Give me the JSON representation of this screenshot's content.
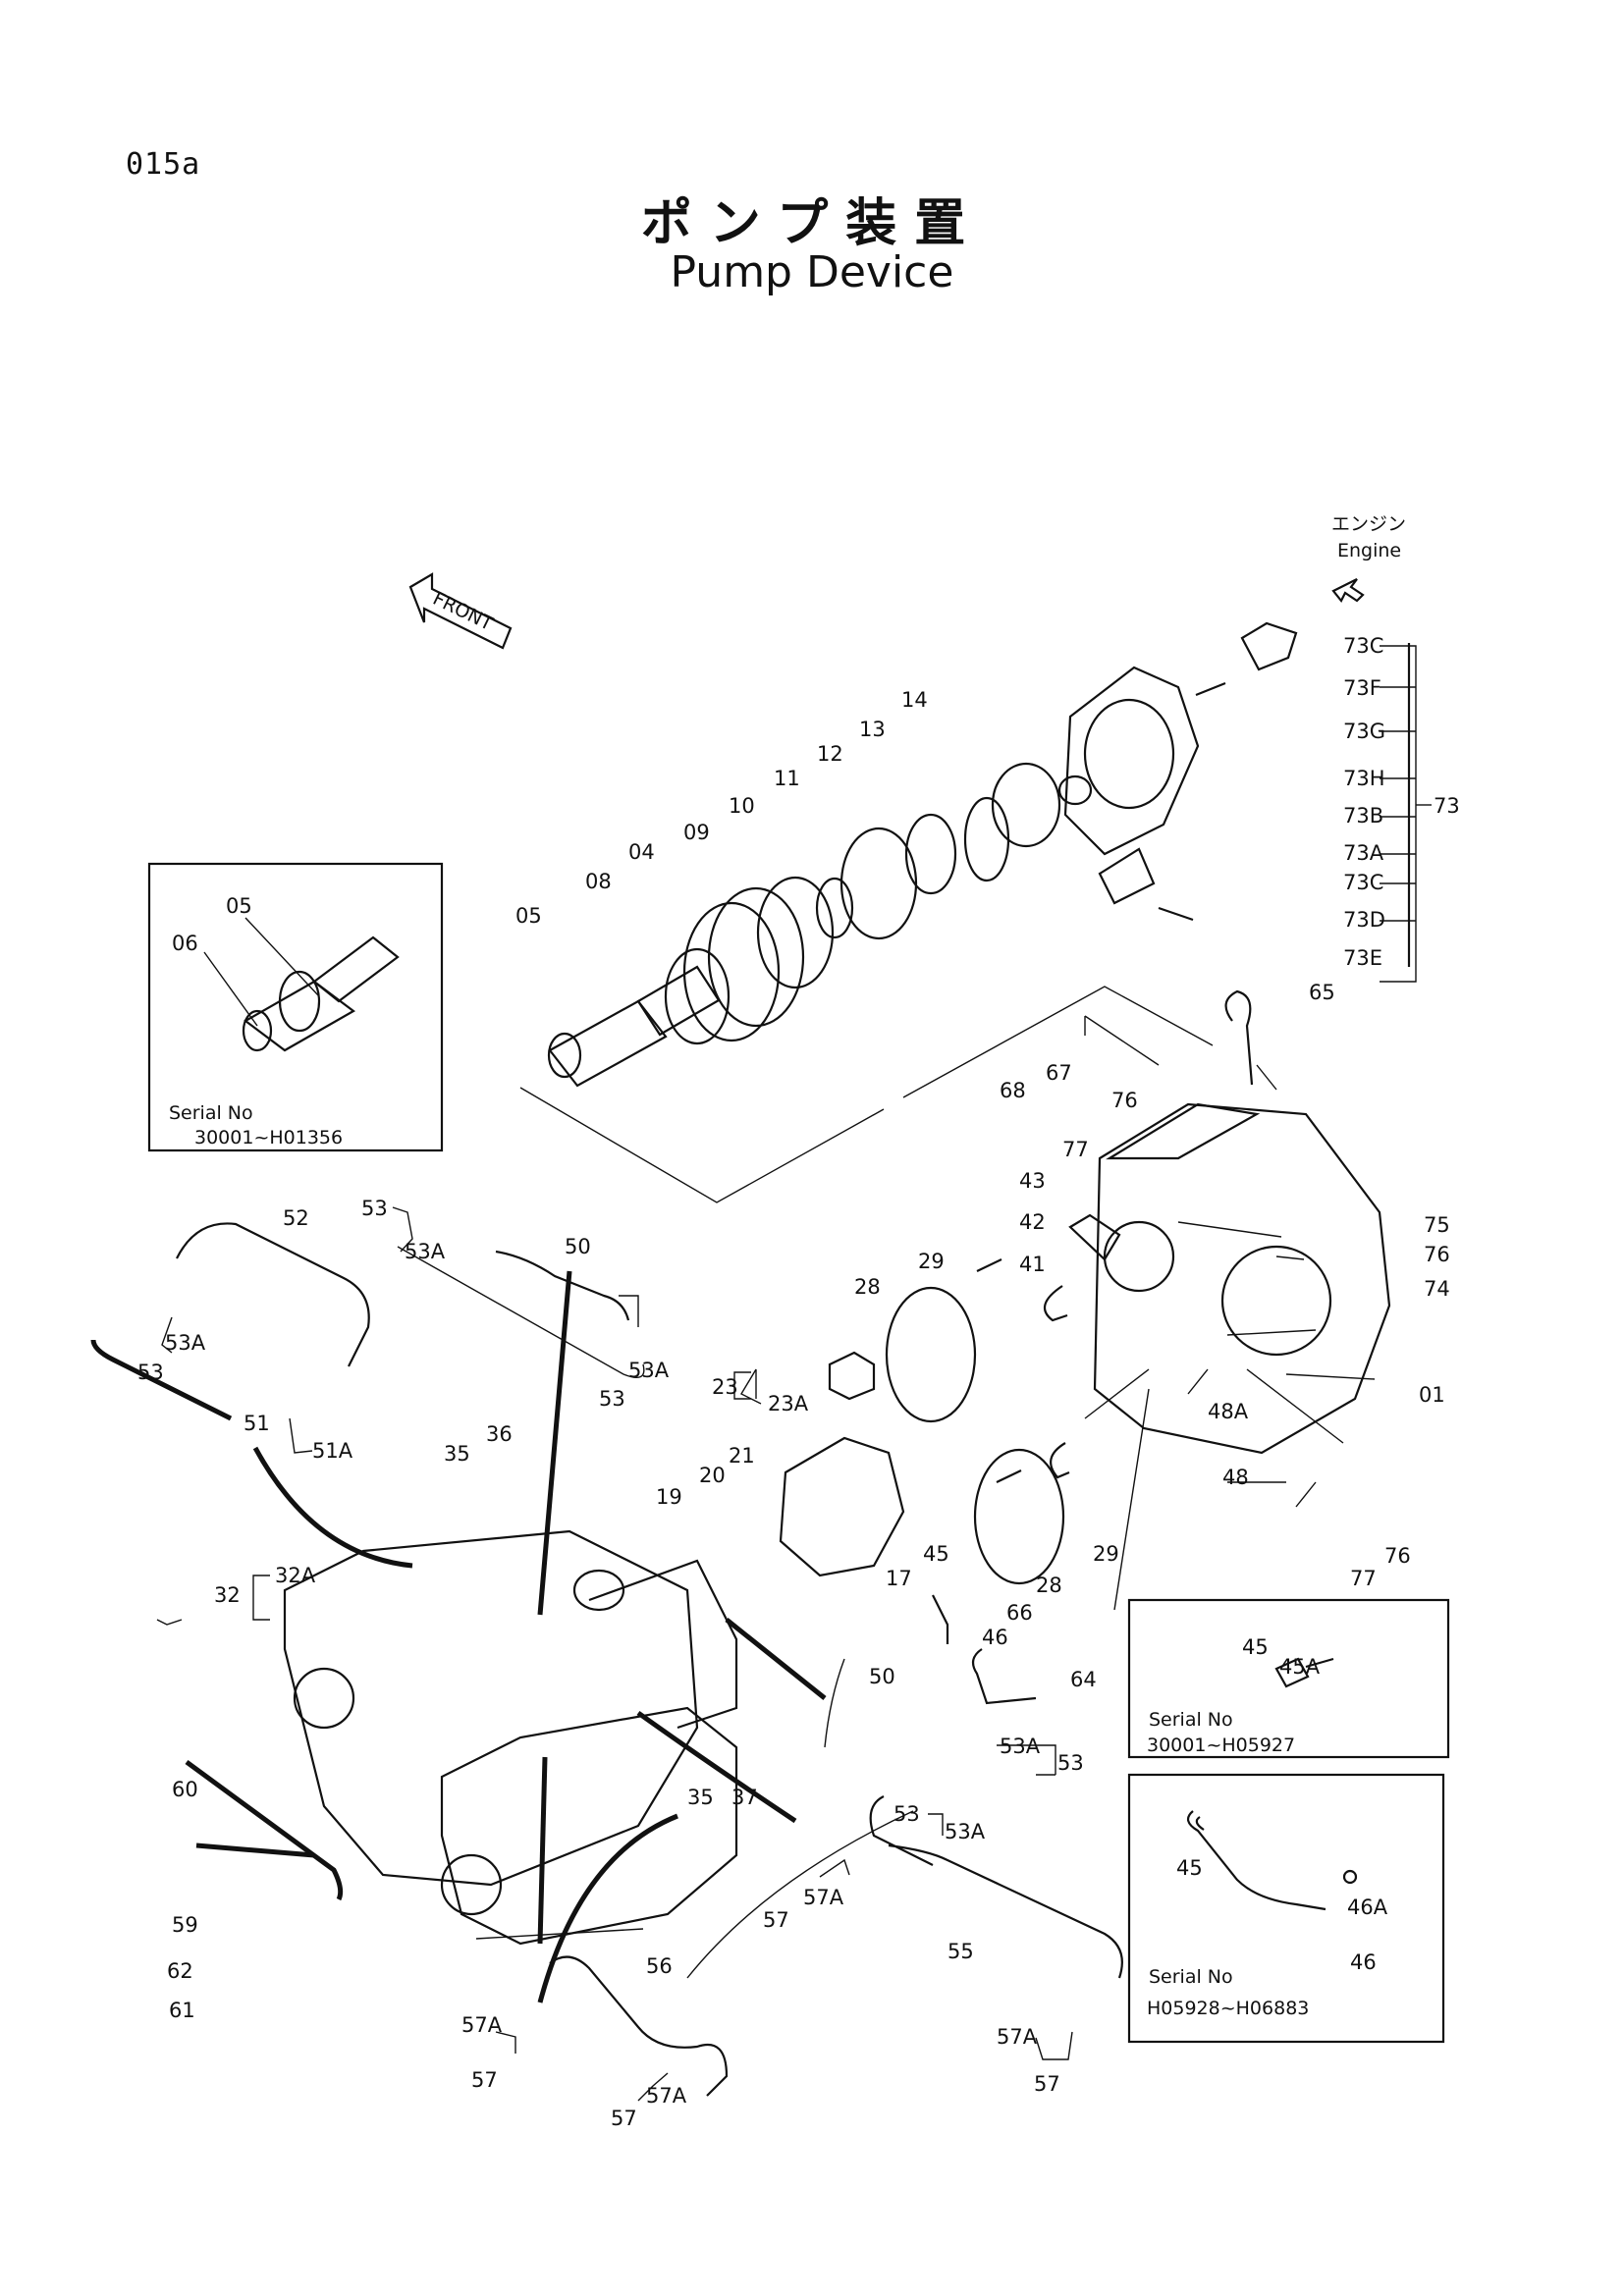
{
  "page_code": "015a",
  "title_ja": "ポンプ装置",
  "title_en": "Pump Device",
  "front_label": "FRONT",
  "engine_label_ja": "エンジン",
  "engine_label_en": "Engine",
  "insets": [
    {
      "serial_label": "Serial No",
      "serial_range": "30001~H01356",
      "parts": [
        "05",
        "06"
      ]
    },
    {
      "serial_label": "Serial No",
      "serial_range": "30001~H05927",
      "parts": [
        "45",
        "45A"
      ]
    },
    {
      "serial_label": "Serial No",
      "serial_range": "H05928~H06883",
      "parts": [
        "45",
        "46A",
        "46"
      ]
    }
  ],
  "part_labels": [
    "01",
    "04",
    "05",
    "06",
    "08",
    "09",
    "10",
    "11",
    "12",
    "13",
    "14",
    "17",
    "19",
    "20",
    "21",
    "23",
    "23A",
    "28",
    "29",
    "32",
    "32A",
    "35",
    "36",
    "37",
    "41",
    "42",
    "43",
    "45",
    "45A",
    "46",
    "46A",
    "48",
    "48A",
    "50",
    "51",
    "51A",
    "52",
    "53",
    "53A",
    "55",
    "56",
    "57",
    "57A",
    "59",
    "60",
    "61",
    "62",
    "64",
    "65",
    "66",
    "67",
    "68",
    "73",
    "73A",
    "73B",
    "73C",
    "73D",
    "73E",
    "73F",
    "73G",
    "73H",
    "74",
    "75",
    "76",
    "77"
  ]
}
